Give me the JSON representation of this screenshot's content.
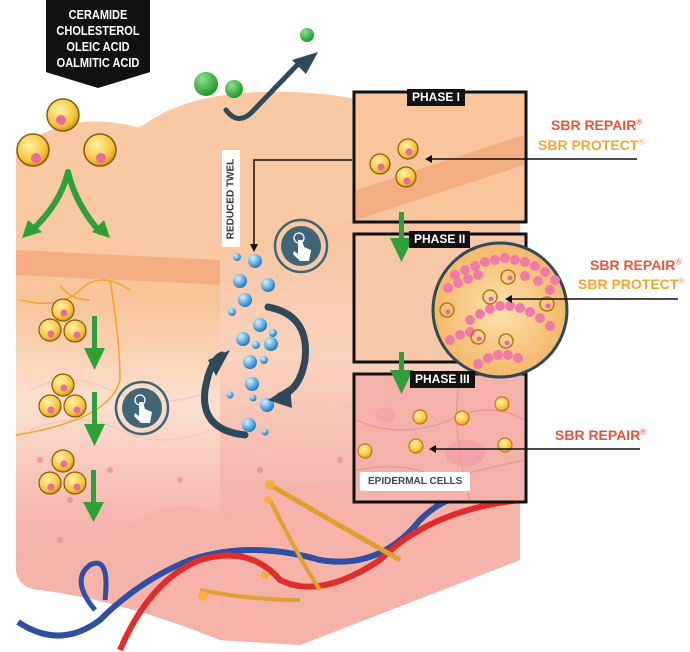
{
  "banner": {
    "lines": [
      "CERAMIDE",
      "CHOLESTEROL",
      "OLEIC ACID",
      "OALMITIC ACID"
    ]
  },
  "phases": [
    {
      "label": "PHASE I",
      "products": [
        {
          "name": "SBR REPAIR",
          "mark": "®",
          "color": "#e8553a"
        },
        {
          "name": "SBR PROTECT",
          "mark": "®",
          "color": "#f2a531"
        }
      ]
    },
    {
      "label": "PHASE II",
      "products": [
        {
          "name": "SBR REPAIR",
          "mark": "®",
          "color": "#e8553a"
        },
        {
          "name": "SBR PROTECT",
          "mark": "®",
          "color": "#f2a531"
        }
      ]
    },
    {
      "label": "PHASE III",
      "products": [
        {
          "name": "SBR REPAIR",
          "mark": "®",
          "color": "#e8553a"
        }
      ]
    }
  ],
  "labels": {
    "reduced_twel": "REDUCED TWEL",
    "epidermal_cells": "EPIDERMAL CELLS"
  },
  "icons": {
    "touch": "touch-hand-icon",
    "arrow_down": "green-arrow-down-icon",
    "cycle": "circular-arrows-icon"
  },
  "colors": {
    "skin_top": "#f8caa3",
    "skin_mid": "#f6b48a",
    "skin_deep": "#f2a3a0",
    "accent_repair": "#e8553a",
    "accent_protect": "#f2a531",
    "arrow_green": "#3aa63d",
    "touch_blue": "#3f6577",
    "vein_blue": "#2f4fa3",
    "artery_red": "#e22b2b",
    "nerve_orange": "#e0a030"
  }
}
